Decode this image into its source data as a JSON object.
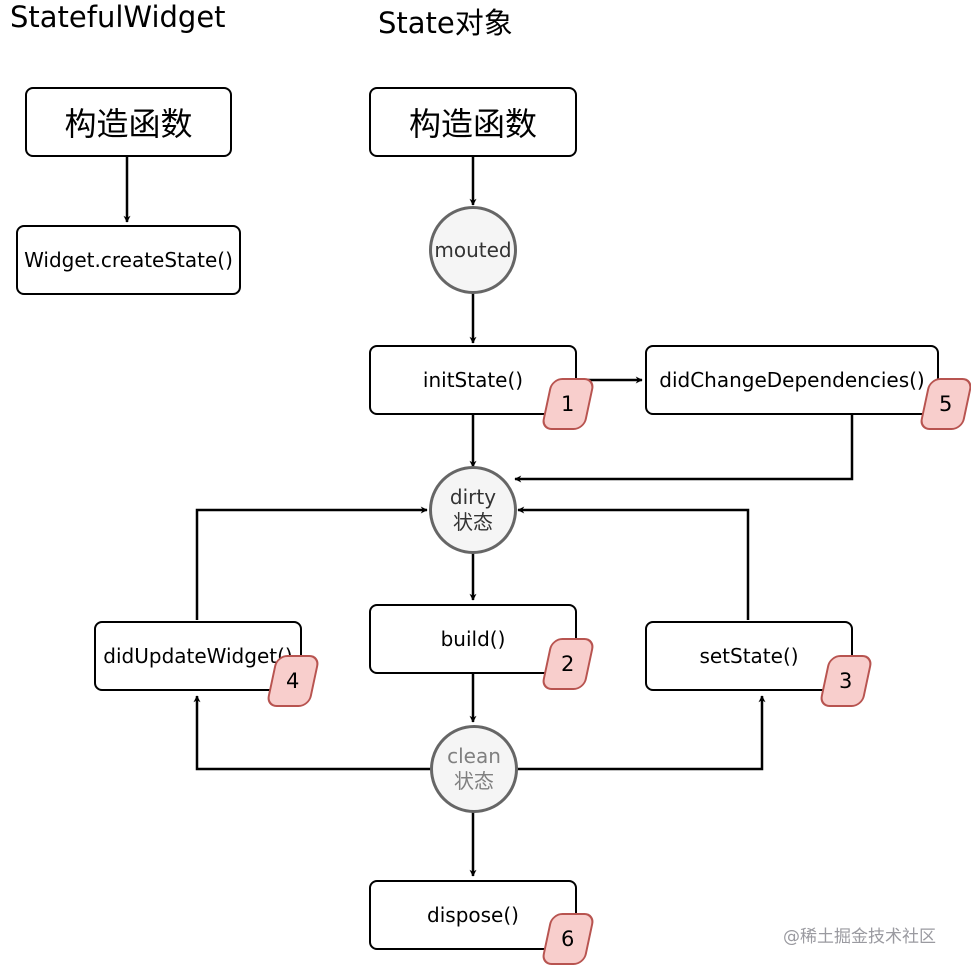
{
  "headings": {
    "stateful_widget": "StatefulWidget",
    "state_object": "State对象"
  },
  "nodes": {
    "widget_constructor": "构造函数",
    "create_state": "Widget.createState()",
    "state_constructor": "构造函数",
    "init_state": "initState()",
    "did_change_dependencies": "didChangeDependencies()",
    "build": "build()",
    "did_update_widget": "didUpdateWidget()",
    "set_state": "setState()",
    "dispose": "dispose()"
  },
  "states": {
    "mounted": "mouted",
    "dirty_line1": "dirty",
    "dirty_line2": "状态",
    "clean_line1": "clean",
    "clean_line2": "状态"
  },
  "badges": {
    "init_state": "1",
    "build": "2",
    "set_state": "3",
    "did_update_widget": "4",
    "did_change_dependencies": "5",
    "dispose": "6"
  },
  "colors": {
    "badge_fill": "#f8cecc",
    "badge_border": "#b85450",
    "circle_fill": "#f5f5f5",
    "circle_border": "#666666"
  },
  "watermark": "@稀土掘金技术社区"
}
